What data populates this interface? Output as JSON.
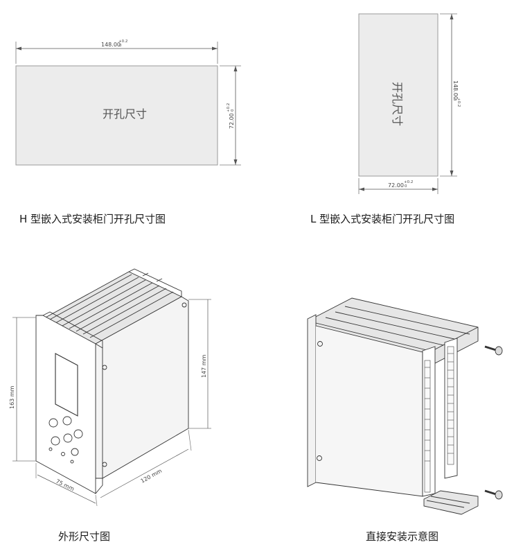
{
  "panel_h": {
    "width_dim": "148.00",
    "width_tol_upper": "+0.2",
    "width_tol_lower": "0",
    "height_dim": "72.00",
    "height_tol_upper": "+0.2",
    "height_tol_lower": "0",
    "cutout_label": "开孔尺寸",
    "caption": "H 型嵌入式安装柜门开孔尺寸图"
  },
  "panel_l": {
    "height_dim": "148.00",
    "height_tol_upper": "+0.2",
    "height_tol_lower": "0",
    "width_dim": "72.00",
    "width_tol_upper": "+0.2",
    "width_tol_lower": "0",
    "cutout_label": "开孔尺寸",
    "caption": "L 型嵌入式安装柜门开孔尺寸图"
  },
  "outline": {
    "height_dim": "163 mm",
    "depth_height_dim": "147 mm",
    "width_dim": "75 mm",
    "depth_dim": "120 mm",
    "caption": "外形尺寸图"
  },
  "mounting": {
    "caption": "直接安装示意图"
  }
}
